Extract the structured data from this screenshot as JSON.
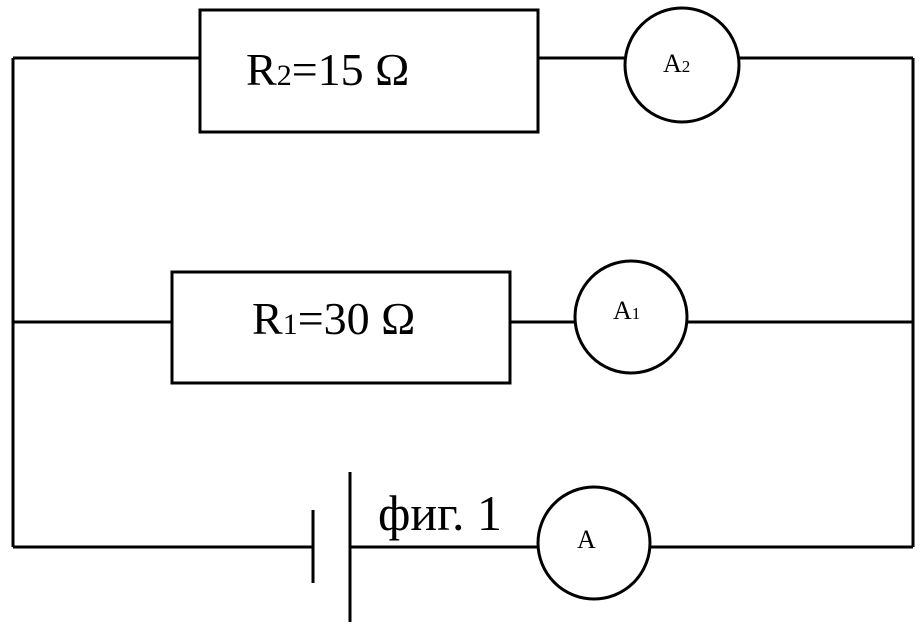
{
  "resistors": {
    "r2": {
      "name": "R",
      "index": "2",
      "value": "=15 Ω"
    },
    "r1": {
      "name": "R",
      "index": "1",
      "value": "=30 Ω"
    }
  },
  "meters": {
    "a2": {
      "name": "A",
      "index": "2"
    },
    "a1": {
      "name": "A",
      "index": "1"
    },
    "a": {
      "name": "A",
      "index": ""
    }
  },
  "caption": "фиг. 1",
  "colors": {
    "stroke": "#000000",
    "background": "#ffffff"
  }
}
